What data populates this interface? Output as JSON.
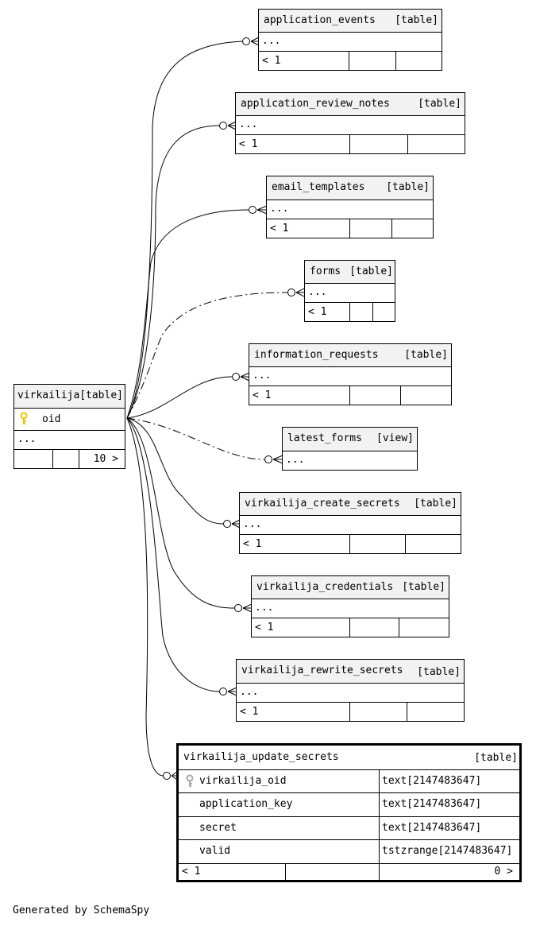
{
  "diagram": {
    "footer": "Generated by SchemaSpy",
    "source": {
      "name": "virkailija",
      "kind": "[table]",
      "key_column": "oid",
      "more": "...",
      "children_count": "10 >"
    },
    "children": [
      {
        "name": "application_events",
        "kind": "[table]",
        "more": "...",
        "parents": "< 1",
        "line": "solid"
      },
      {
        "name": "application_review_notes",
        "kind": "[table]",
        "more": "...",
        "parents": "< 1",
        "line": "solid"
      },
      {
        "name": "email_templates",
        "kind": "[table]",
        "more": "...",
        "parents": "< 1",
        "line": "solid"
      },
      {
        "name": "forms",
        "kind": "[table]",
        "more": "...",
        "parents": "< 1",
        "line": "dashed"
      },
      {
        "name": "information_requests",
        "kind": "[table]",
        "more": "...",
        "parents": "< 1",
        "line": "solid"
      },
      {
        "name": "latest_forms",
        "kind": "[view]",
        "more": "...",
        "parents": "",
        "line": "dashed"
      },
      {
        "name": "virkailija_create_secrets",
        "kind": "[table]",
        "more": "...",
        "parents": "< 1",
        "line": "solid"
      },
      {
        "name": "virkailija_credentials",
        "kind": "[table]",
        "more": "...",
        "parents": "< 1",
        "line": "solid"
      },
      {
        "name": "virkailija_rewrite_secrets",
        "kind": "[table]",
        "more": "...",
        "parents": "< 1",
        "line": "solid"
      }
    ],
    "focus": {
      "name": "virkailija_update_secrets",
      "kind": "[table]",
      "columns": [
        {
          "name": "virkailija_oid",
          "type": "text[2147483647]",
          "key": true
        },
        {
          "name": "application_key",
          "type": "text[2147483647]",
          "key": false
        },
        {
          "name": "secret",
          "type": "text[2147483647]",
          "key": false
        },
        {
          "name": "valid",
          "type": "tstzrange[2147483647]",
          "key": false
        }
      ],
      "parents": "< 1",
      "children": "0 >"
    }
  }
}
